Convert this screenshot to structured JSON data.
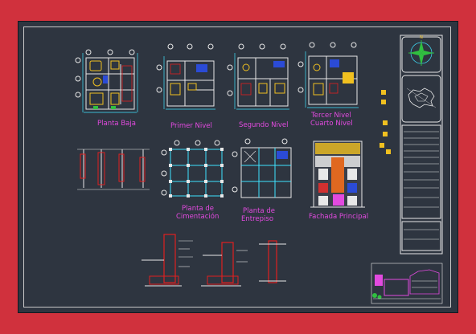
{
  "sheet": {
    "colors": {
      "background": "#d0313d",
      "sheet": "#2e3540",
      "label": "#e24adf",
      "walls": "#e8e8e8",
      "dimensions": "#3fe3ff",
      "furniture": "#f0c020",
      "accent_blue": "#2b4bd6",
      "accent_red": "#e02020",
      "accent_green": "#30c040"
    },
    "labels": {
      "planta_baja": "Planta Baja",
      "primer_nivel": "Primer Nivel",
      "segundo_nivel": "Segundo Nivel",
      "tercer_nivel": "Tercer Nivel",
      "cuarto_nivel": "Cuarto Nivel",
      "cimentacion_1": "Planta de",
      "cimentacion_2": "Cimentación",
      "entrepiso_1": "Planta de",
      "entrepiso_2": "Entrepiso",
      "fachada": "Fachada Principal"
    },
    "icons": [
      "north-arrow-icon",
      "location-map-icon",
      "company-logo-icon"
    ]
  }
}
